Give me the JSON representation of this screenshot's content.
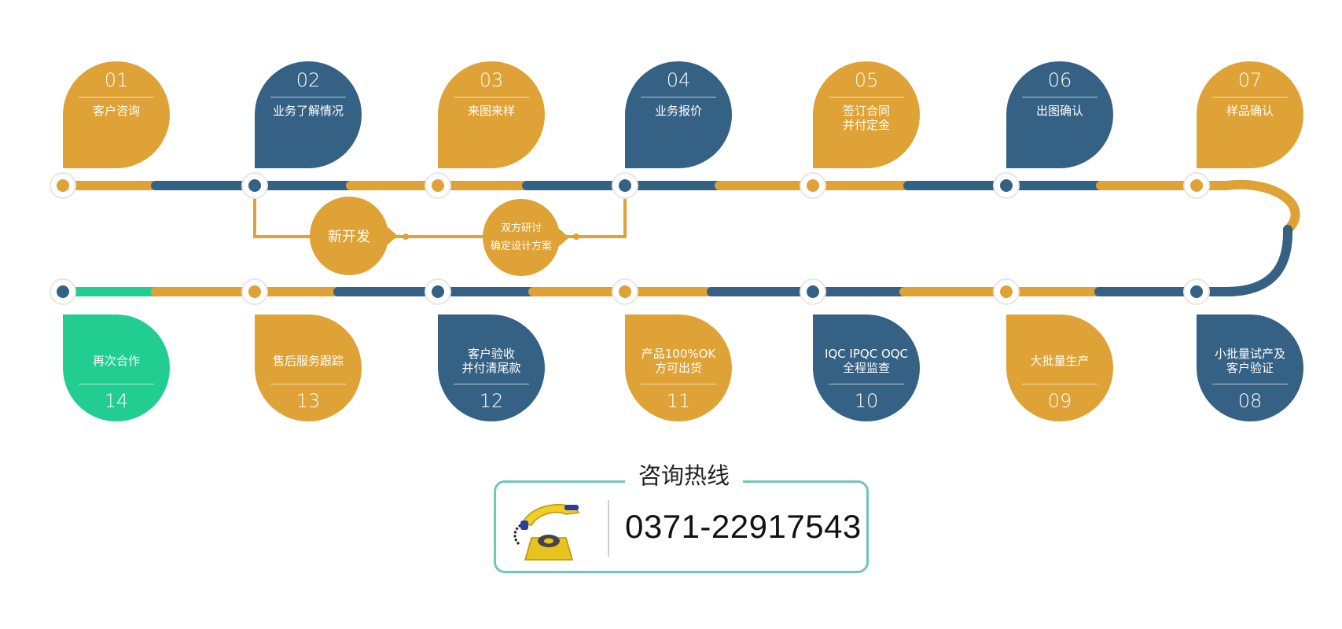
{
  "colors": {
    "gold": "#DEA236",
    "blue": "#356184",
    "green": "#22CD91",
    "teal_border": "#6FC6B9"
  },
  "top_steps": [
    {
      "num": "01",
      "label": "客户咨询",
      "color": "gold"
    },
    {
      "num": "02",
      "label": "业务了解情况",
      "color": "blue"
    },
    {
      "num": "03",
      "label": "来图来样",
      "color": "gold"
    },
    {
      "num": "04",
      "label": "业务报价",
      "color": "blue"
    },
    {
      "num": "05",
      "label": "签订合同\n并付定金",
      "color": "gold"
    },
    {
      "num": "06",
      "label": "出图确认",
      "color": "blue"
    },
    {
      "num": "07",
      "label": "样品确认",
      "color": "gold"
    }
  ],
  "bottom_steps": [
    {
      "num": "14",
      "label": "再次合作",
      "color": "green"
    },
    {
      "num": "13",
      "label": "售后服务跟踪",
      "color": "gold"
    },
    {
      "num": "12",
      "label": "客户验收\n并付清尾款",
      "color": "blue"
    },
    {
      "num": "11",
      "label": "产品100%OK\n方可出货",
      "color": "gold"
    },
    {
      "num": "10",
      "label": "IQC IPQC OQC\n全程监查",
      "color": "blue"
    },
    {
      "num": "09",
      "label": "大批量生产",
      "color": "gold"
    },
    {
      "num": "08",
      "label": "小批量试产及\n客户验证",
      "color": "blue"
    }
  ],
  "branch": {
    "new_dev": "新开发",
    "discuss": "双方研讨\n确定设计方案"
  },
  "hotline": {
    "title": "咨询热线",
    "number": "0371-22917543",
    "icon": "telephone-icon"
  }
}
